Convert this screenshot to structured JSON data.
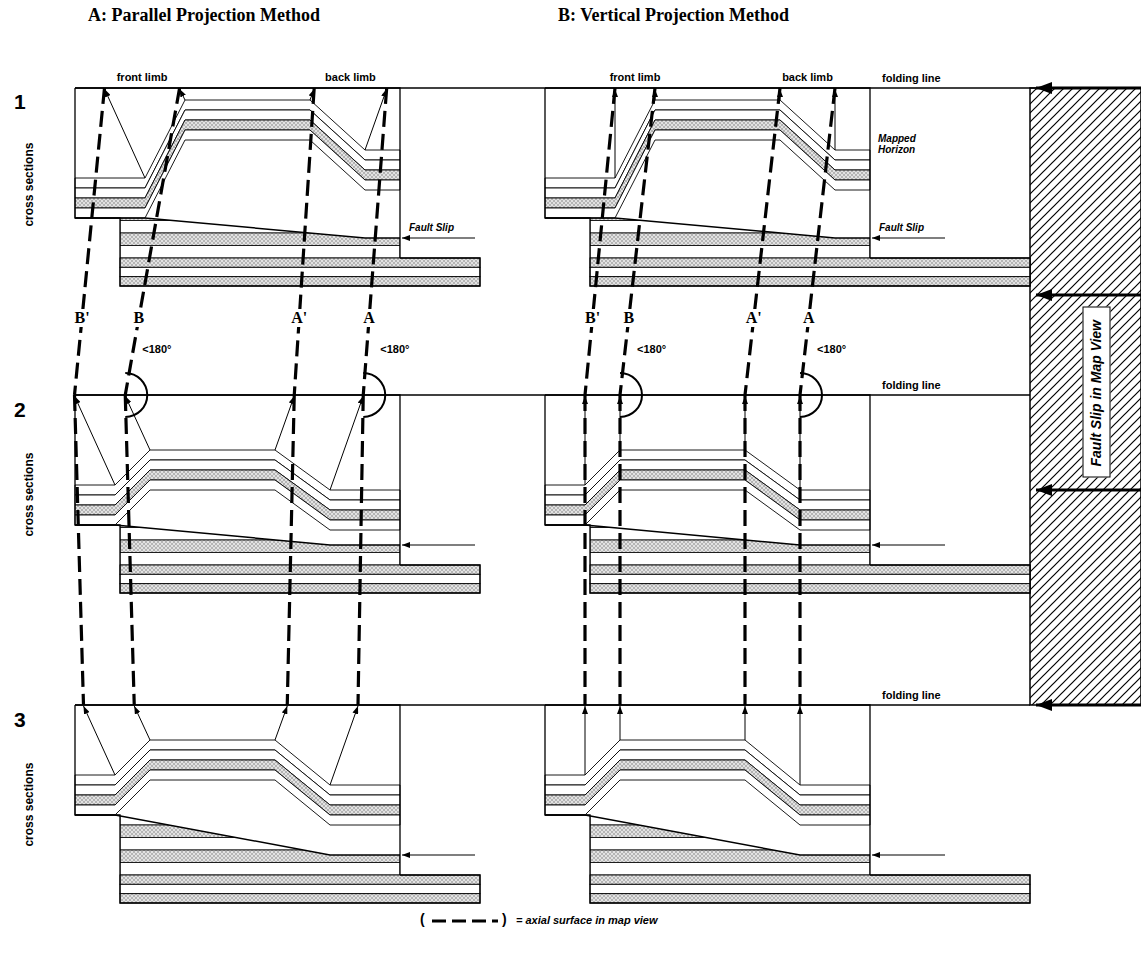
{
  "diagram": {
    "nodes": [
      {
        "text": [
          "Fault Slip in Map View"
        ]
      }
    ],
    "labels": [
      "A: Parallel Projection Method",
      "B: Vertical Projection Method",
      "1",
      "cross sections",
      "front limb",
      "back limb",
      "front limb",
      "back limb",
      "folding line",
      "Mapped Horizon",
      "Fault Slip",
      "Fault Slip",
      "B'",
      "B",
      "A'",
      "A",
      "B'",
      "B",
      "A'",
      "A",
      "<180°",
      "<180°",
      "<180°",
      "<180°",
      "2",
      "cross sections",
      "folding line",
      "3",
      "cross sections",
      "folding line",
      "(",
      ")"
    ],
    "legend": [
      {
        "text": "= axial surface in map view"
      }
    ]
  }
}
